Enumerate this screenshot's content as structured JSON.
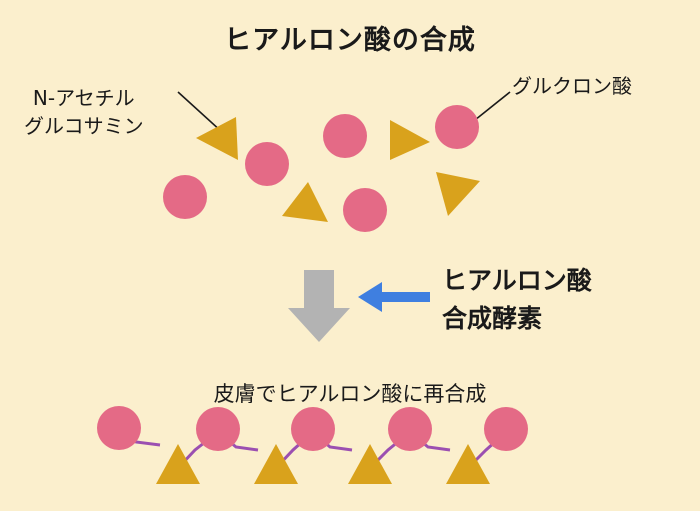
{
  "title": "ヒアルロン酸の合成",
  "labels": {
    "n_acetylglucosamine_line1": "N-アセチル",
    "n_acetylglucosamine_line2": "グルコサミン",
    "glucuronic_acid": "グルクロン酸",
    "enzyme_line1": "ヒアルロン酸",
    "enzyme_line2": "合成酵素",
    "resynthesis": "皮膚でヒアルロン酸に再合成"
  },
  "colors": {
    "background": "#fbefcd",
    "circle": "#e46a86",
    "triangle": "#d9a21c",
    "link": "#9b4fb1",
    "process_arrow": "#b3b3b3",
    "enzyme_arrow": "#3f7fe0"
  }
}
